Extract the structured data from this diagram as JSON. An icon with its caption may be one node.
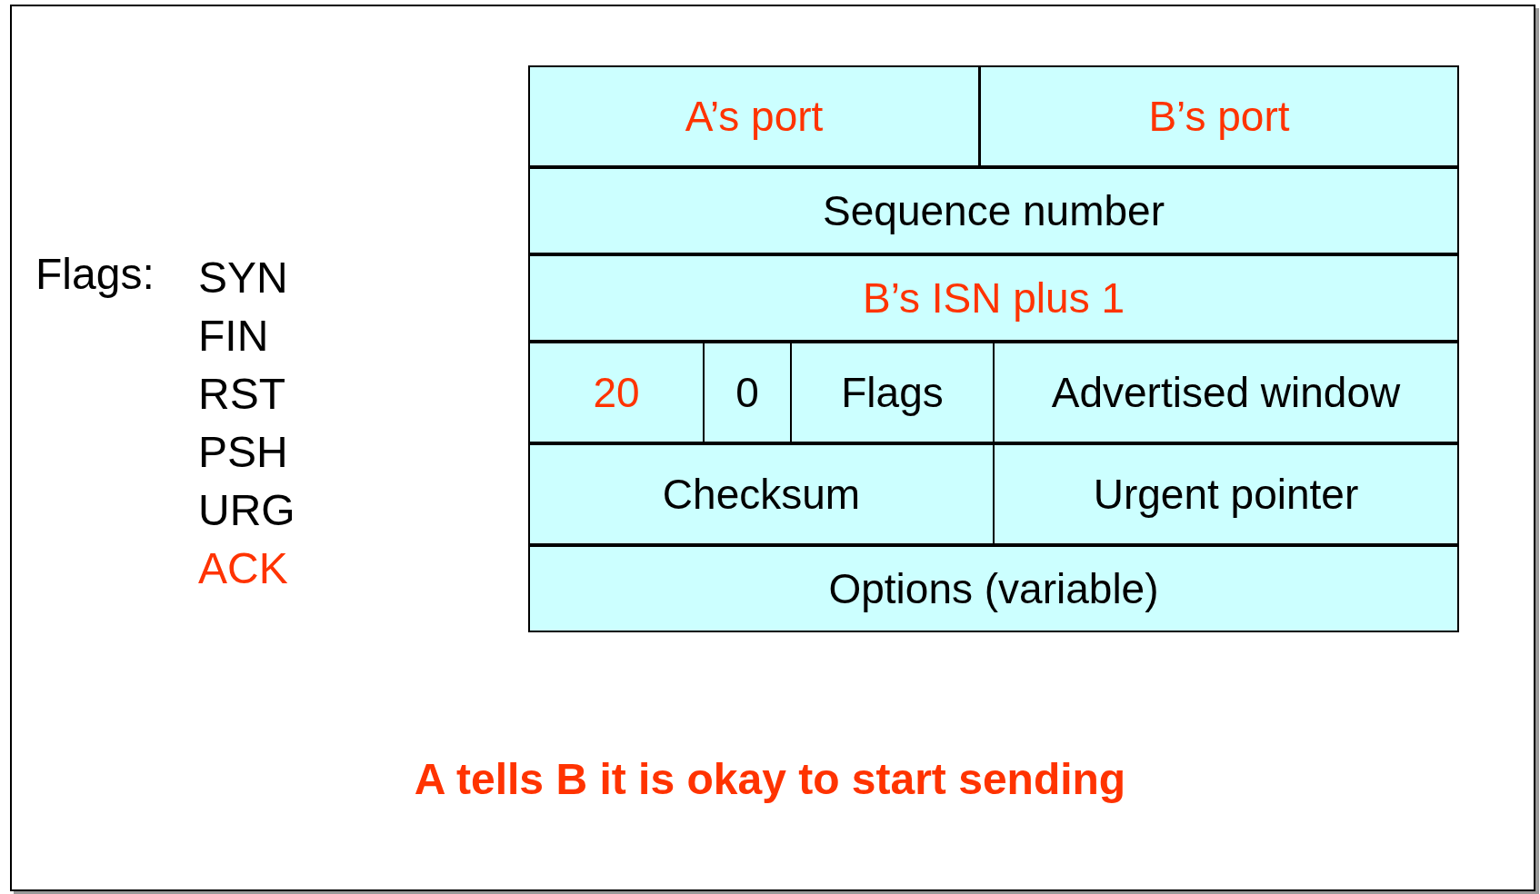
{
  "diagram": {
    "caption": "A tells B it is okay to start sending",
    "labels": [
      "A’s port",
      "B’s port",
      "Sequence number",
      "Flags:",
      "SYN",
      "B’s ISN plus 1",
      "FIN",
      "RST",
      "20",
      "0",
      "Flags",
      "Advertised window",
      "PSH",
      "URG",
      "Checksum",
      "Urgent pointer",
      "ACK",
      "Options (variable)"
    ]
  }
}
